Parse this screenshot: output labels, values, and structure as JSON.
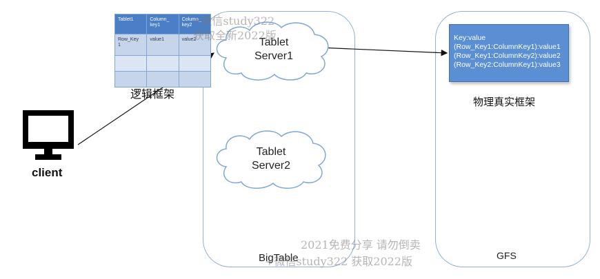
{
  "logical_table": {
    "header": [
      "Tablet1",
      "Column_\nkey1",
      "Column_\nkey2"
    ],
    "row1": [
      "Row_Key\n1",
      "value1",
      "value2"
    ],
    "label": "逻辑框架"
  },
  "client": {
    "label": "client"
  },
  "bigtable": {
    "label": "BigTable",
    "server1": "Tablet\nServer1",
    "server2": "Tablet\nServer2"
  },
  "gfs": {
    "label": "GFS",
    "kv_lines": [
      "Key:value",
      "(Row_Key1:ColumnKey1):value1",
      "(Row_Key1:ColumnKey2):value2",
      "(Row_Key2:ColumnKey1):value3"
    ],
    "physical_label": "物理真实框架"
  },
  "watermarks": {
    "top_line1": "+微信study322",
    "top_line2": "获取全新2022版",
    "bottom_line1": "2021免费分享 请勿倒卖",
    "bottom_line2": "+微信study322 获取2022版"
  }
}
